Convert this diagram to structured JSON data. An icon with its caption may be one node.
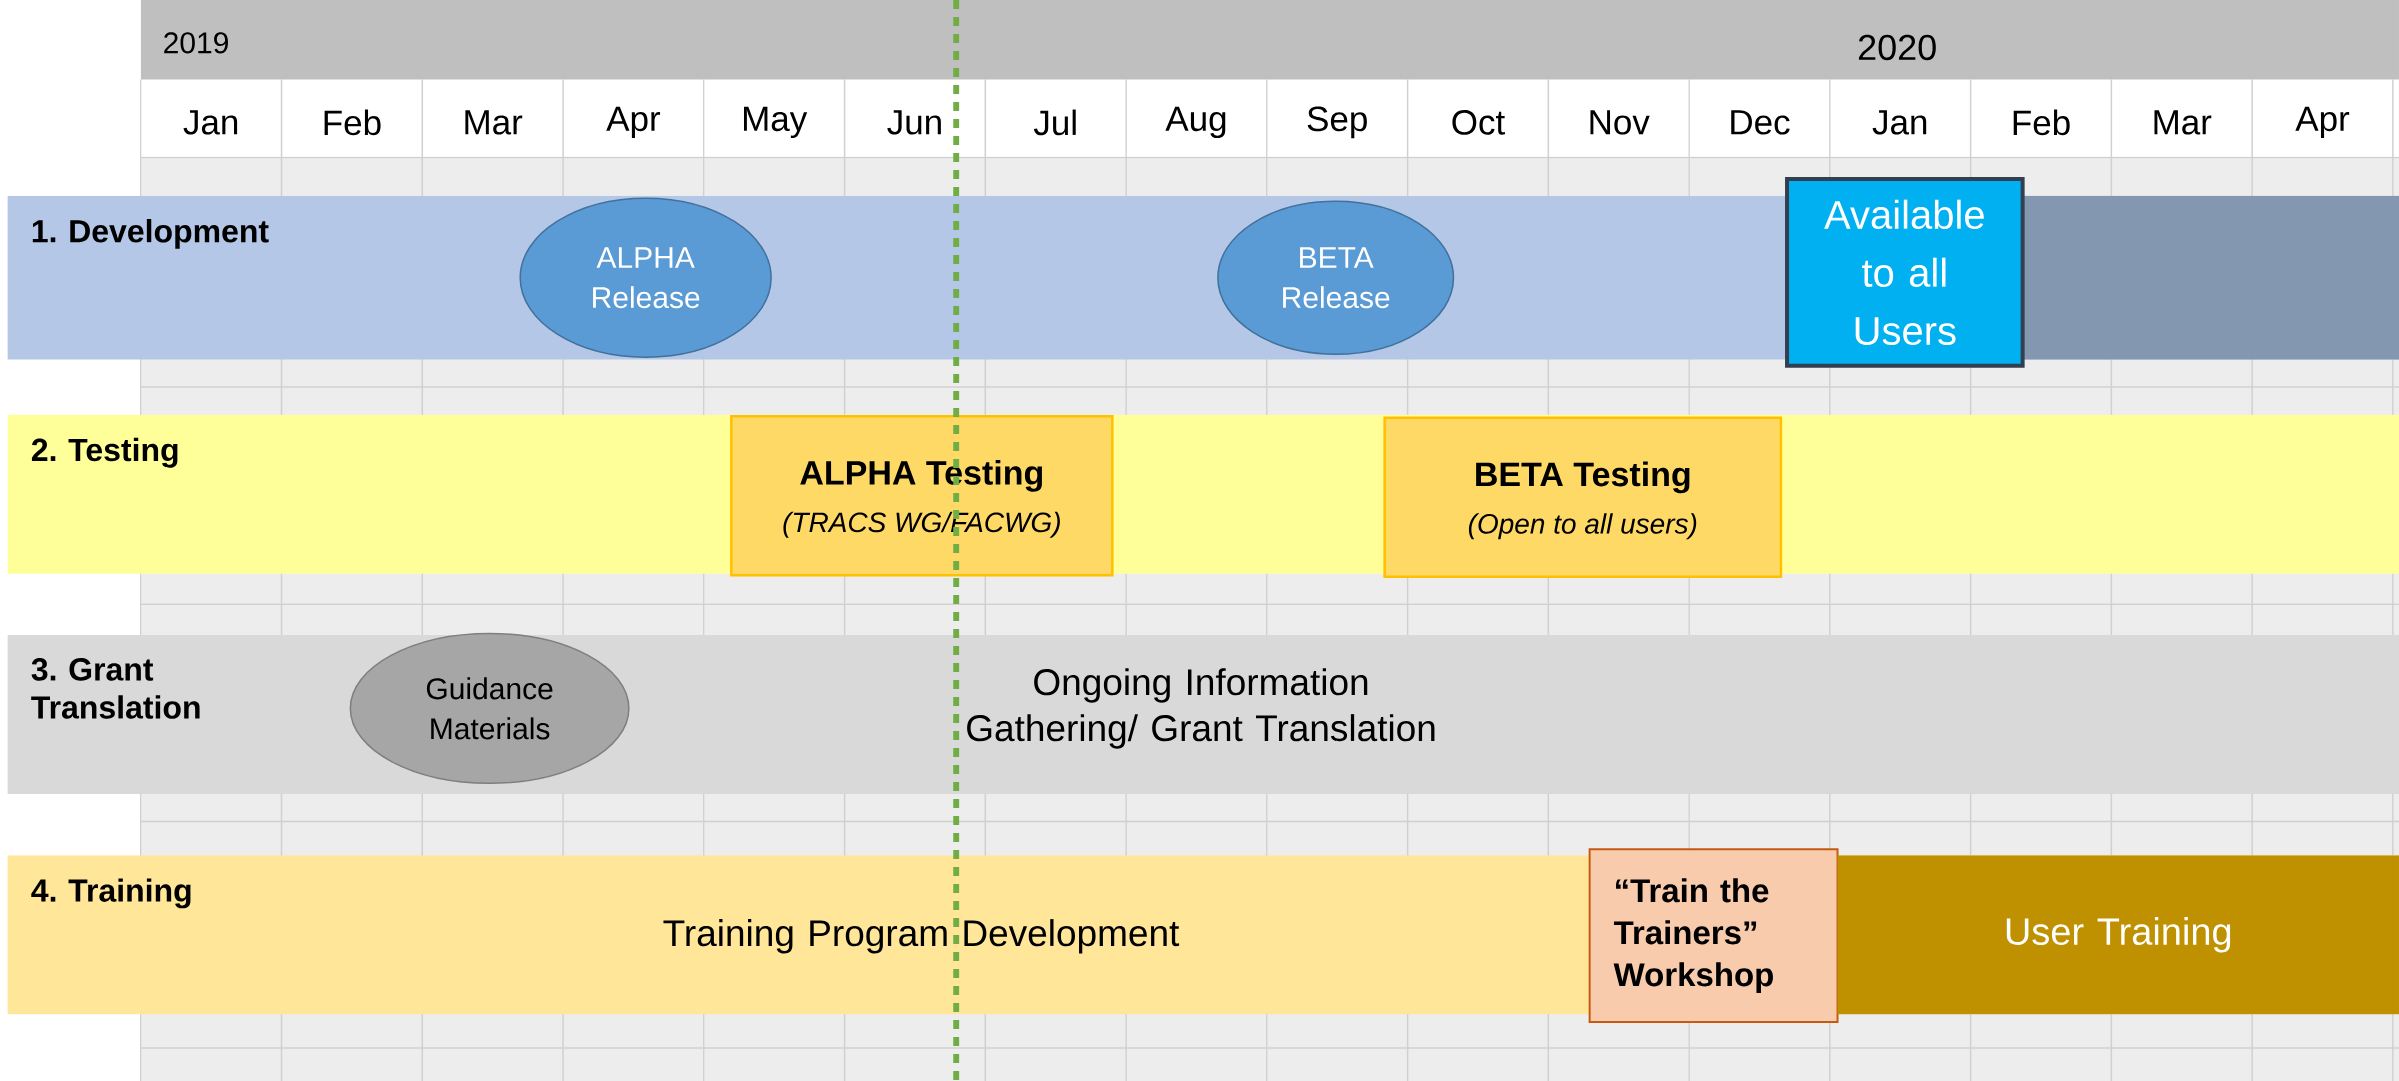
{
  "diagram": {
    "nodes": [
      {
        "text": [
          "1. Development"
        ]
      },
      {
        "text": [
          "ALPHA Release"
        ],
        "in": 0
      },
      {
        "text": [
          "BETA Release"
        ],
        "in": 0
      },
      {
        "text": [
          "Available to all Users"
        ]
      },
      {
        "text": [
          "2. Testing"
        ]
      },
      {
        "text": [
          "ALPHA Testing",
          "(TRACS WG/FACWG)"
        ],
        "in": 4
      },
      {
        "text": [
          "BETA Testing",
          "(Open to all users)"
        ],
        "in": 4
      },
      {
        "text": [
          "3. Grant Translation",
          "Ongoing Information Gathering/ Grant Translation"
        ]
      },
      {
        "text": [
          "Guidance Materials"
        ],
        "in": 7
      },
      {
        "text": [
          "4. Training",
          "Training Program Development"
        ]
      },
      {
        "text": [
          "“Train the Trainers” Workshop"
        ]
      },
      {
        "text": [
          "User Training"
        ],
        "in": 9
      }
    ],
    "labels": [
      "2019",
      "2020",
      "Jan",
      "Feb",
      "Mar",
      "Apr",
      "May",
      "Jun",
      "Jul",
      "Aug",
      "Sep",
      "Oct",
      "Nov",
      "Dec",
      "Jan",
      "Feb",
      "Mar",
      "Apr"
    ]
  }
}
